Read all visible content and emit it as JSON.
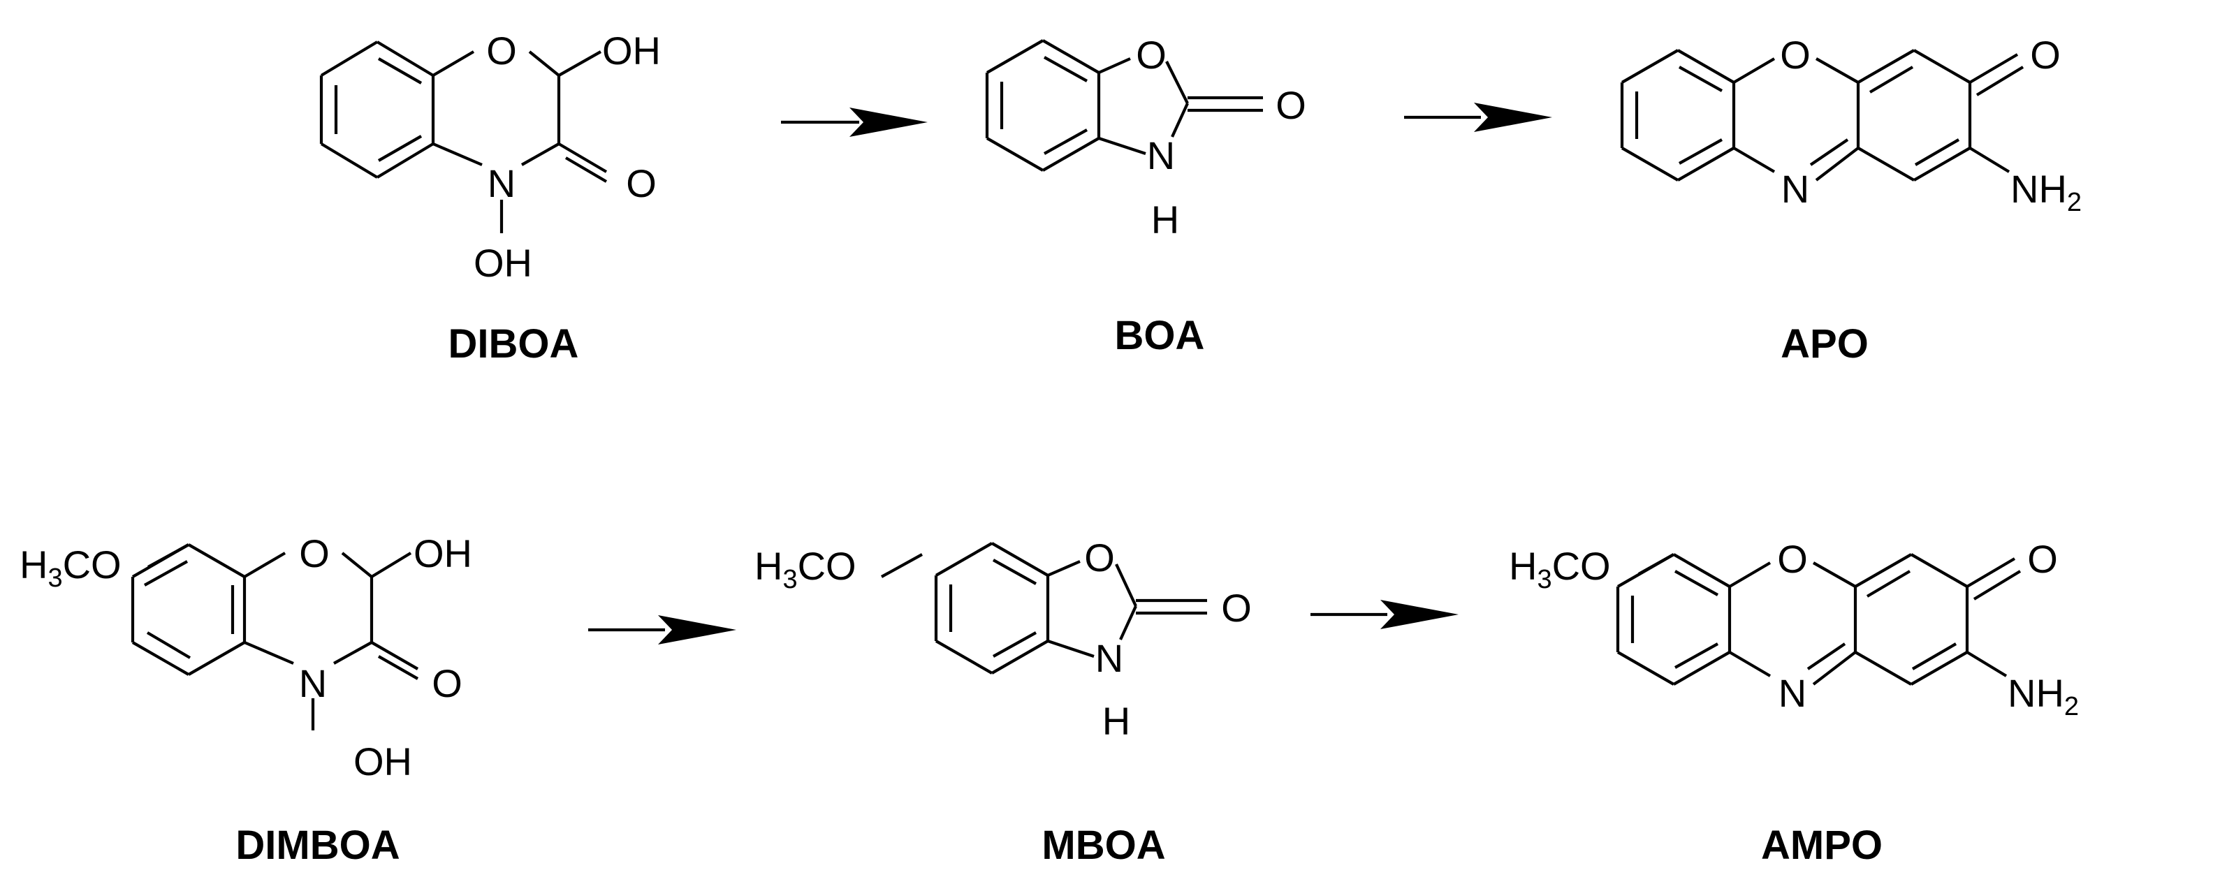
{
  "compounds": {
    "diboa": {
      "name": "DIBOA",
      "o_ring": "O",
      "oh": "OH",
      "n": "N",
      "n_oh": "OH",
      "carbonyl_o": "O"
    },
    "boa": {
      "name": "BOA",
      "o_ring": "O",
      "carbonyl_o": "O",
      "nh_n": "N",
      "nh_h": "H"
    },
    "apo": {
      "name": "APO",
      "o_ring": "O",
      "ketone_o": "O",
      "n": "N",
      "nh2_main": "NH",
      "nh2_sub": "2"
    },
    "dimboa": {
      "name": "DIMBOA",
      "methoxy_h": "H",
      "methoxy_3": "3",
      "methoxy_co": "CO",
      "o_ring": "O",
      "oh": "OH",
      "n": "N",
      "n_oh": "OH",
      "carbonyl_o": "O"
    },
    "mboa": {
      "name": "MBOA",
      "methoxy_h": "H",
      "methoxy_3": "3",
      "methoxy_co": "CO",
      "o_ring": "O",
      "carbonyl_o": "O",
      "nh_n": "N",
      "nh_h": "H"
    },
    "ampo": {
      "name": "AMPO",
      "methoxy_h": "H",
      "methoxy_3": "3",
      "methoxy_co": "CO",
      "o_ring": "O",
      "ketone_o": "O",
      "n": "N",
      "nh2_main": "NH",
      "nh2_sub": "2"
    }
  },
  "arrows": [
    "diboa-to-boa",
    "boa-to-apo",
    "dimboa-to-mboa",
    "mboa-to-ampo"
  ]
}
